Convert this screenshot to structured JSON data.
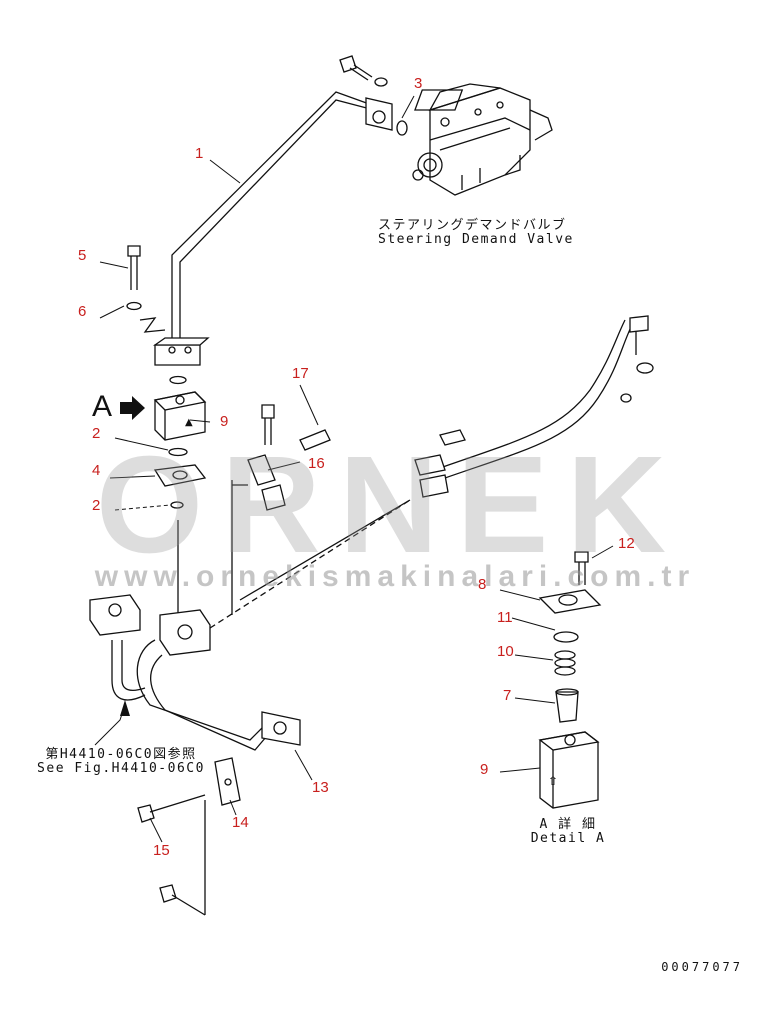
{
  "watermark": {
    "brand": "ORNEK",
    "url": "www.ornekismakinalari.com.tr"
  },
  "view_marker": {
    "letter": "A"
  },
  "labels": {
    "valve_jp": "ステアリングデマンドバルブ",
    "valve_en": "Steering Demand Valve",
    "see_fig_jp": "第H4410-06C0図参照",
    "see_fig_en": "See Fig.H4410-06C0",
    "detail_jp": "A 詳 細",
    "detail_en": "Detail A"
  },
  "callouts": {
    "c1": "1",
    "c2a": "2",
    "c2b": "2",
    "c3": "3",
    "c4": "4",
    "c5": "5",
    "c6": "6",
    "c7": "7",
    "c8": "8",
    "c9a": "9",
    "c9b": "9",
    "c10": "10",
    "c11": "11",
    "c12": "12",
    "c13": "13",
    "c14": "14",
    "c15": "15",
    "c16": "16",
    "c17": "17"
  },
  "doc_number": "00077077",
  "colors": {
    "callout": "#c8201e",
    "line": "#111111",
    "watermark": "#969696"
  }
}
